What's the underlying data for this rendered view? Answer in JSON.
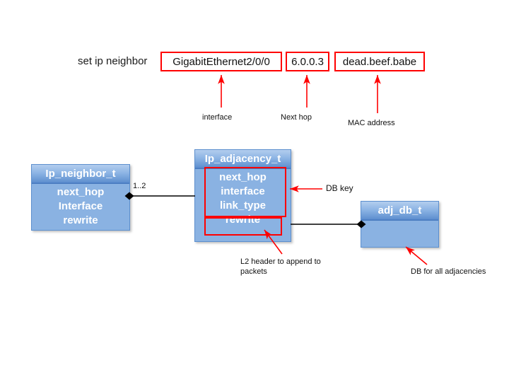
{
  "command": {
    "label": "set ip neighbor",
    "fields": [
      {
        "name": "interface",
        "value": "GigabitEthernet2/0/0",
        "caption": "interface"
      },
      {
        "name": "next-hop",
        "value": "6.0.0.3",
        "caption": "Next hop"
      },
      {
        "name": "mac-address",
        "value": "dead.beef.babe",
        "caption": "MAC address"
      }
    ]
  },
  "diagram": {
    "classes": [
      {
        "id": "ip-neighbor-t",
        "title": "Ip_neighbor_t",
        "attributes": [
          "next_hop",
          "Interface",
          "rewrite"
        ]
      },
      {
        "id": "ip-adjacency-t",
        "title": "Ip_adjacency_t",
        "attributes": [
          "next_hop",
          "interface",
          "link_type",
          "rewrite"
        ]
      },
      {
        "id": "adj-db-t",
        "title": "adj_db_t",
        "attributes": []
      }
    ],
    "associations": [
      {
        "from": "ip-neighbor-t",
        "to": "ip-adjacency-t",
        "multiplicity": "1..2"
      },
      {
        "from": "ip-adjacency-t",
        "to": "adj-db-t",
        "multiplicity": ""
      }
    ],
    "annotations": [
      {
        "id": "db-key",
        "text": "DB key"
      },
      {
        "id": "l2-header",
        "text": "L2 header to append to packets"
      },
      {
        "id": "db-all-adjacencies",
        "text": "DB for all adjacencies"
      }
    ]
  },
  "colors": {
    "accent_red": "#ff0000",
    "box_fill": "#8ab2e2",
    "box_title_dark": "#3f73be",
    "box_border": "#5c8fce",
    "connector": "#000000",
    "text_dark": "#111111",
    "text_light": "#ffffff"
  }
}
